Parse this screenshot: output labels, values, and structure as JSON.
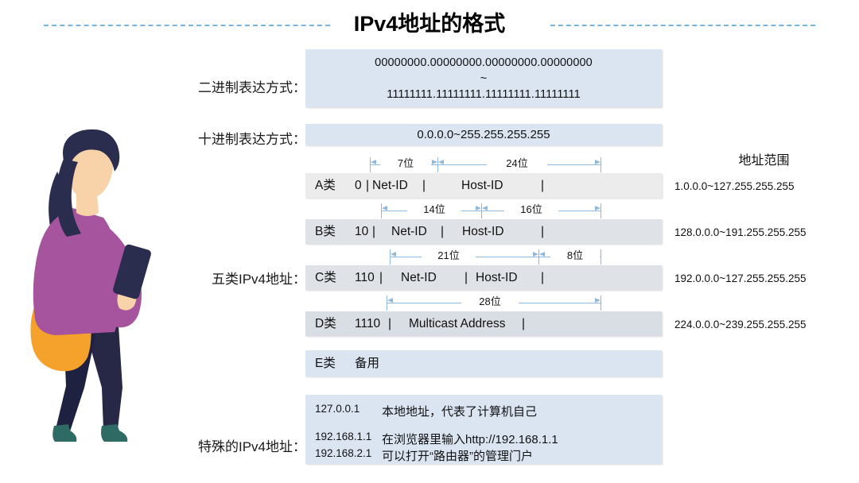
{
  "title": "IPv4地址的格式",
  "sections": {
    "binary": {
      "label": "二进制表达方式：",
      "line1": "00000000.00000000.00000000.00000000",
      "line2": "~",
      "line3": "11111111.11111111.11111111.11111111"
    },
    "decimal": {
      "label": "十进制表达方式：",
      "value": "0.0.0.0~255.255.255.255"
    },
    "classes": {
      "label": "五类IPv4地址：",
      "range_header": "地址范围",
      "rows": [
        {
          "class_name": "A类",
          "prefix": "0",
          "sep1": "|",
          "netid": "Net-ID",
          "sep2": "|",
          "hostid": "Host-ID",
          "sep3": "|",
          "net_bits": "7位",
          "host_bits": "24位",
          "range": "1.0.0.0~127.255.255.255"
        },
        {
          "class_name": "B类",
          "prefix": "10",
          "sep1": "|",
          "netid": "Net-ID",
          "sep2": "|",
          "hostid": "Host-ID",
          "sep3": "|",
          "net_bits": "14位",
          "host_bits": "16位",
          "range": "128.0.0.0~191.255.255.255"
        },
        {
          "class_name": "C类",
          "prefix": "110",
          "sep1": "|",
          "netid": "Net-ID",
          "sep2": "|",
          "hostid": "Host-ID",
          "sep3": "|",
          "net_bits": "21位",
          "host_bits": "8位",
          "range": "192.0.0.0~127.255.255.255"
        },
        {
          "class_name": "D类",
          "prefix": "1110",
          "sep1": "|",
          "netid": "Multicast Address",
          "sep2": "|",
          "hostid": "",
          "sep3": "",
          "net_bits": "28位",
          "host_bits": "",
          "range": "224.0.0.0~239.255.255.255"
        }
      ],
      "e_row": {
        "class_name": "E类",
        "text": "备用"
      }
    },
    "special": {
      "label": "特殊的IPv4地址：",
      "rows": [
        {
          "ip": "127.0.0.1",
          "text": "本地地址，代表了计算机自己"
        },
        {
          "ip": "192.168.1.1",
          "text": "在浏览器里输入http://192.168.1.1"
        },
        {
          "ip": "192.168.2.1",
          "text": "可以打开“路由器”的管理门户"
        }
      ]
    }
  },
  "illustration": {
    "name": "woman-with-phone-illustration",
    "colors": {
      "hair": "#2b2d4e",
      "skin": "#f8d2a8",
      "top": "#a7549e",
      "pants": "#262845",
      "bag": "#f5a22d",
      "shoes": "#2e6b64",
      "phone": "#2b2d4e"
    }
  },
  "theme": {
    "accent_dashed_line": "#5aa9e0",
    "box_blue": "#dbe5f1",
    "box_gray_a": "#ececec",
    "box_gray_b": "#dfe3e8",
    "box_gray_d": "#d9dde4",
    "marker_blue": "#8fb8dd"
  }
}
